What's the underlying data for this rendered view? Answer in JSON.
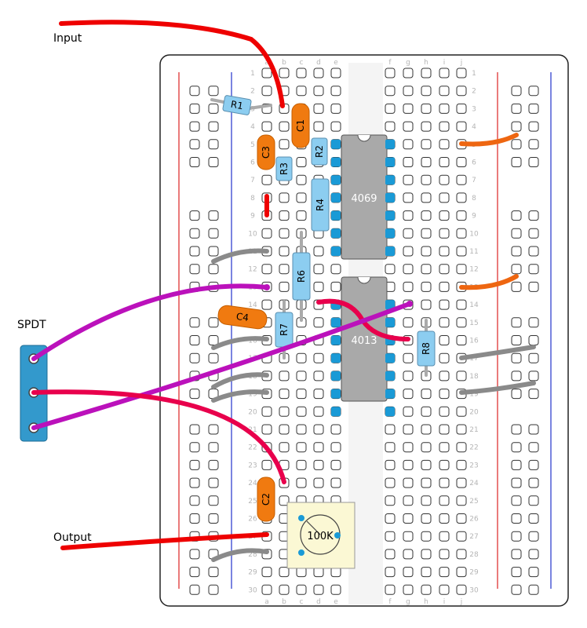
{
  "external_labels": {
    "input": "Input",
    "output": "Output",
    "switch": "SPDT"
  },
  "breadboard": {
    "column_letters": [
      "a",
      "b",
      "c",
      "d",
      "e",
      "f",
      "g",
      "h",
      "i",
      "j"
    ],
    "row_count": 30
  },
  "chips": [
    {
      "label": "4069"
    },
    {
      "label": "4013"
    }
  ],
  "resistors": [
    "R1",
    "R2",
    "R3",
    "R4",
    "R6",
    "R7",
    "R8"
  ],
  "capacitors": [
    "C1",
    "C2",
    "C3",
    "C4"
  ],
  "potentiometer": {
    "label": "100K"
  },
  "colors": {
    "red_wire": "#ee0000",
    "pink_wire": "#e8004c",
    "purple_wire": "#bb11bb",
    "orange_wire": "#ee6611",
    "gray_wire": "#8a8a8a",
    "rail_red": "#dd2222",
    "rail_blue": "#2233cc",
    "hole_blue": "#1a9ad6",
    "chip_gray": "#a9a9a9",
    "resistor_blue": "#8ccdf0",
    "capacitor_orange": "#f07a10",
    "switch_blue": "#3399cc",
    "pot_yellow": "#fbf8d4"
  }
}
